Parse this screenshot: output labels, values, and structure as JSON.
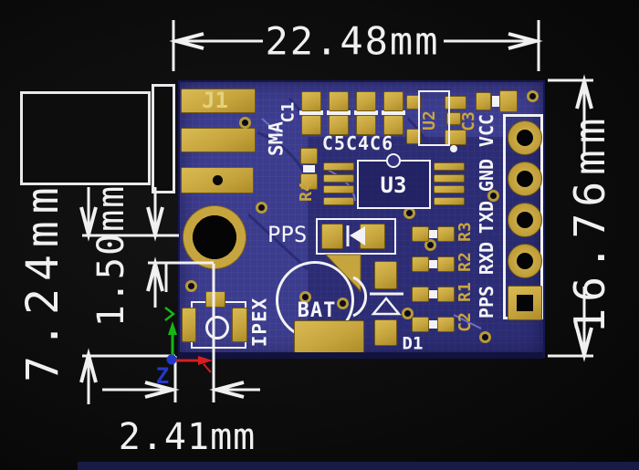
{
  "dimensions": {
    "board_width": "22.48mm",
    "board_height": "16.76mm",
    "left_vertical": "7.24mm",
    "hole_offset": "1.50mm",
    "ipex_offset": "2.41mm"
  },
  "board": {
    "refdes": {
      "j1": "J1",
      "sma": "SMA",
      "c1": "C1",
      "cap_row": "C5C4C6",
      "u2": "U2",
      "c3": "C3",
      "u3": "U3",
      "r4": "R4",
      "pps_net": "PPS",
      "bat": "BAT",
      "d1": "D1",
      "ipex": "IPEX",
      "r3": "R3",
      "r2": "R2",
      "r1": "R1",
      "c2": "C2"
    },
    "header_pins": [
      {
        "label": "VCC"
      },
      {
        "label": "GND"
      },
      {
        "label": "TXD"
      },
      {
        "label": "RXD"
      },
      {
        "label": "PPS"
      }
    ]
  },
  "axes": {
    "z": "Z"
  },
  "colors": {
    "board": "#3c3c8e",
    "pad_gold": "#c7a53e",
    "silkscreen": "#f5f5f8",
    "dimension_text": "#f0f0f0",
    "axis_x": "#d81f1f",
    "axis_y": "#16b616",
    "axis_z": "#2438c8",
    "background": "#0b0b0b"
  }
}
